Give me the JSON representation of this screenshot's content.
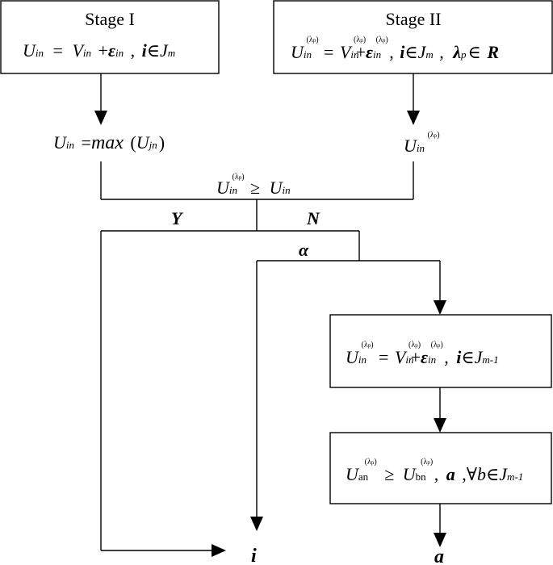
{
  "stage1": {
    "title": "Stage I",
    "eq": {
      "U": "U",
      "in": "in",
      "eq": "=",
      "V": "V",
      "plus": "+",
      "eps": "ε",
      "comma": ",",
      "i": "i",
      "el": "∈",
      "J": "J",
      "m": "m"
    }
  },
  "stage2": {
    "title": "Stage II",
    "eq": {
      "U": "U",
      "in": "in",
      "lp": "(λ",
      "p": "p",
      "rp": ")",
      "eq": "=",
      "V": "V",
      "plus": "+",
      "eps": "ε",
      "comma": ",",
      "i": "i",
      "el": "∈",
      "J": "J",
      "m": "m",
      "lambda": "λ",
      "R": "R"
    }
  },
  "max_eq": {
    "U": "U",
    "in": "in",
    "eq": "=",
    "max": "max",
    "open": "(",
    "jn": "jn",
    "close": ")"
  },
  "u_lambda": {
    "U": "U",
    "in": "in",
    "lp": "(λ",
    "p": "p",
    "rp": ")"
  },
  "compare": {
    "U": "U",
    "in": "in",
    "lp": "(λ",
    "p": "p",
    "rp": ")",
    "ge": "≥"
  },
  "labels": {
    "yes": "Y",
    "no": "N",
    "alpha": "α",
    "i": "i",
    "a": "a"
  },
  "box3": {
    "eq": {
      "U": "U",
      "in": "in",
      "lp": "(λ",
      "p": "p",
      "rp": ")",
      "eq": "=",
      "V": "V",
      "plus": "+",
      "eps": "ε",
      "comma": ",",
      "i": "i",
      "el": "∈",
      "J": "J",
      "m1": "m-1"
    }
  },
  "box4": {
    "eq": {
      "U": "U",
      "an": "an",
      "bn": "bn",
      "lp": "(λ",
      "p": "p",
      "rp": ")",
      "ge": "≥",
      "comma": ",",
      "a": "a",
      "forall": "∀",
      "b": "b",
      "el": "∈",
      "J": "J",
      "m1": "m-1"
    }
  }
}
